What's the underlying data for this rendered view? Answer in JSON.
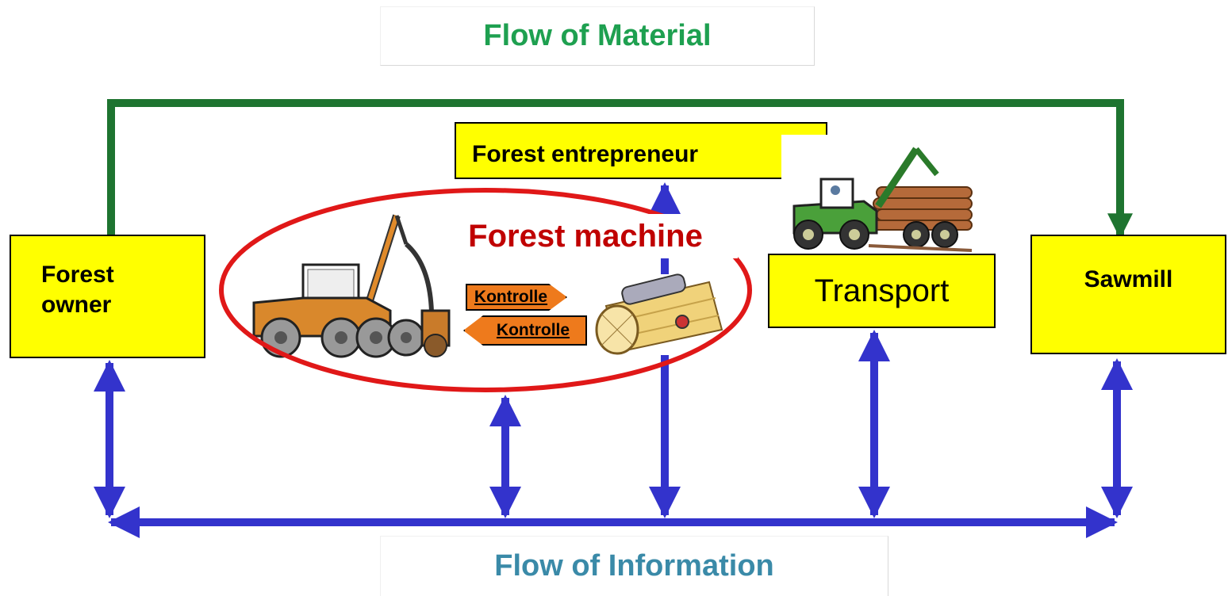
{
  "titles": {
    "material": "Flow of Material",
    "information": "Flow of Information"
  },
  "nodes": {
    "forest_owner_line1": "Forest",
    "forest_owner_line2": "owner",
    "forest_entrepreneur": "Forest entrepreneur",
    "forest_machine": "Forest machine",
    "transport": "Transport",
    "sawmill": "Sawmill"
  },
  "kontrolle": {
    "top": "Kontrolle",
    "bottom": "Kontrolle"
  },
  "colors": {
    "material_flow": "#1e7430",
    "material_title": "#1ea050",
    "information_flow": "#3333cc",
    "information_title": "#3a8aa8",
    "node_fill": "#ffff00",
    "machine_ellipse": "#e01818",
    "machine_label": "#c00000",
    "kontrolle_fill": "#ee7a1c"
  },
  "icons": [
    "harvester-icon",
    "log-cutting-icon",
    "forwarder-truck-icon"
  ]
}
